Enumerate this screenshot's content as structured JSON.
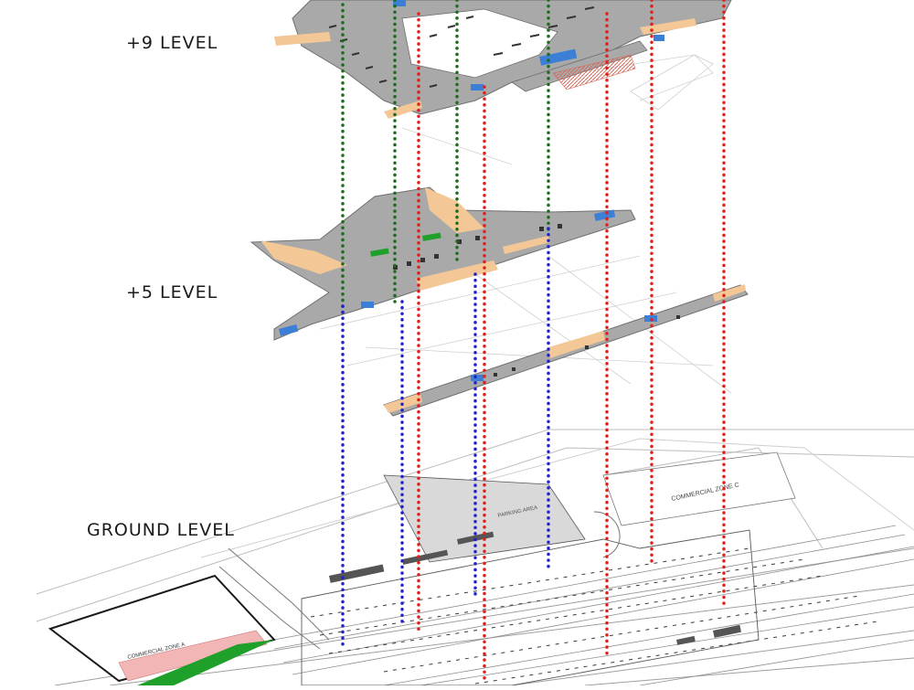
{
  "levels": {
    "level_9": "+9 LEVEL",
    "level_5": "+5 LEVEL",
    "ground": "GROUND LEVEL"
  },
  "ground_plan_labels": {
    "commercial_zone_c": "COMMERCIAL ZONE C",
    "commercial_zone_a": "COMMERCIAL ZONE A",
    "parking": "PARKING AREA"
  },
  "colors": {
    "slab": "#a9a9a9",
    "slab_edge": "#7d7d7d",
    "shop": "#f4c896",
    "service": "#3c7fd6",
    "green_marker": "#1fa02b",
    "pink_zone": "#f2b6b6",
    "red_connector": "#e0201c",
    "green_connector": "#1e6b1e",
    "blue_connector": "#2222cc"
  }
}
